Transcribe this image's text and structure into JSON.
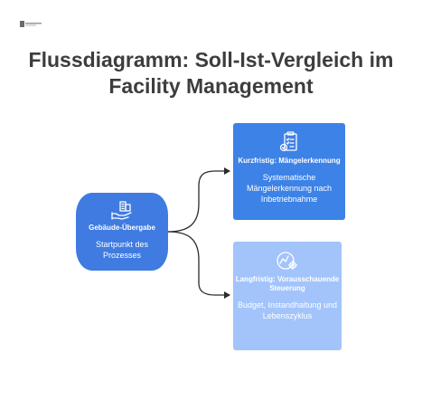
{
  "title": "Flussdiagramm: Soll-Ist-Vergleich im Facility Management",
  "colors": {
    "primary_blue": "#3f7be0",
    "short_term_blue": "#3d82e6",
    "long_term_blue": "#a2c4fb",
    "connector": "#2b2b2b",
    "title_text": "#3d3d3d"
  },
  "start": {
    "title": "Gebäude-Übergabe",
    "text": "Startpunkt des Prozesses",
    "icon": "hand-building-icon"
  },
  "short_term": {
    "title": "Kurzfristig: Mängelerkennung",
    "text": "Systematische Mängelerkennung nach Inbetriebnahme",
    "icon": "clipboard-checklist-icon"
  },
  "long_term": {
    "title": "Langfristig: Vorausschauende Steuerung",
    "text": "Budget, Instandhaltung und Lebenszyklus",
    "icon": "chart-gear-icon"
  }
}
